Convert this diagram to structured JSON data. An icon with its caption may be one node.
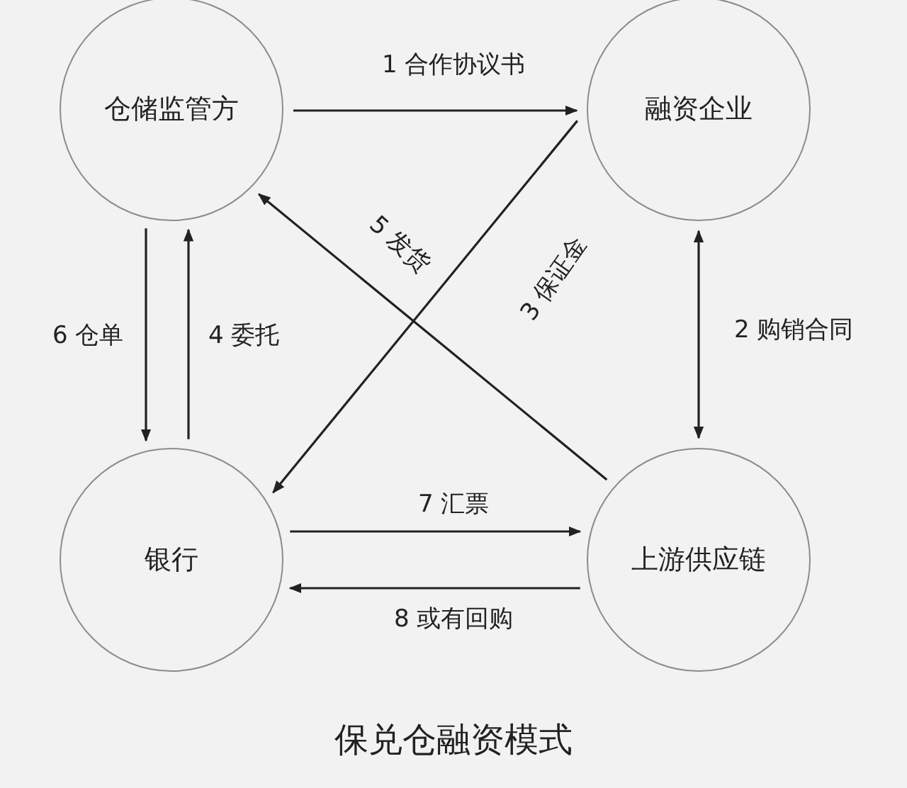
{
  "diagram": {
    "title": "保兑仓融资模式",
    "nodes": [
      {
        "text": [
          "仓储监管方"
        ]
      },
      {
        "text": [
          "融资企业"
        ]
      },
      {
        "text": [
          "银行"
        ]
      },
      {
        "text": [
          "上游供应链"
        ]
      }
    ],
    "edges": [
      {
        "from": 0,
        "to": 1,
        "arrow": "to",
        "label": "1 合作协议书"
      },
      {
        "from": 1,
        "to": 3,
        "arrow": "both",
        "label": "2 购销合同"
      },
      {
        "from": 1,
        "to": 2,
        "arrow": "to",
        "label": "3 保证金"
      },
      {
        "from": 2,
        "to": 0,
        "arrow": "to",
        "label": "4 委托"
      },
      {
        "from": 3,
        "to": 0,
        "arrow": "to",
        "label": "5 发货"
      },
      {
        "from": 0,
        "to": 2,
        "arrow": "to",
        "label": "6 仓单"
      },
      {
        "from": 2,
        "to": 3,
        "arrow": "to",
        "label": "7 汇票"
      },
      {
        "from": 3,
        "to": 2,
        "arrow": "to",
        "label": "8 或有回购"
      }
    ]
  }
}
